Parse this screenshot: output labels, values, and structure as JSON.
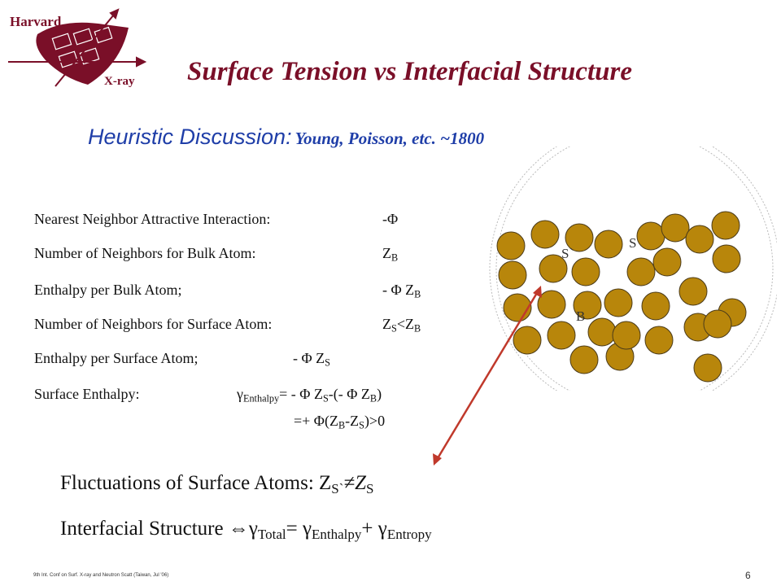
{
  "logo": {
    "top_text": "Harvard",
    "bottom_text": "X-ray"
  },
  "title": "Surface Tension vs Interfacial Structure",
  "subtitle": {
    "lead": "Heuristic Discussion:",
    "rest": "Young, Poisson, etc. ~1800"
  },
  "definitions": [
    {
      "label": "Nearest Neighbor Attractive Interaction:",
      "value": "-Φ"
    },
    {
      "label": "Number of Neighbors for Bulk Atom:",
      "value": "Z",
      "value_sub": "B"
    },
    {
      "label": "Enthalpy per Bulk Atom;",
      "value": "- Φ Z",
      "value_sub": "B"
    },
    {
      "label": "Number of Neighbors for Surface Atom:",
      "value": "Z",
      "value_sub": "S",
      "value_tail": "<Z",
      "value_tail_sub": "B"
    },
    {
      "label": "Enthalpy per Surface Atom;",
      "value": "- Φ Z",
      "value_sub": "S"
    },
    {
      "label": "Surface Enthalpy:",
      "gamma": "γ",
      "gamma_sub": "Enthalpy",
      "p1": "= - Φ Z",
      "p1_sub": "S",
      "p2": "-(- Φ Z",
      "p2_sub": "B",
      "p3": ")"
    },
    {
      "line2_a": "=+ Φ(Z",
      "line2_a_sub": "B",
      "line2_b": "-Z",
      "line2_b_sub": "S",
      "line2_c": ")>0"
    }
  ],
  "figure": {
    "label_s_prime": "S`",
    "label_s": "S",
    "label_b": "B",
    "atom_color": "#b8860b",
    "arrow_color": "#c0392b"
  },
  "fluctuations": {
    "text": "Fluctuations of Surface Atoms: Z",
    "sub1": "S`",
    "neq": "≠Z",
    "sub2": "S"
  },
  "interfacial": {
    "text": "Interfacial Structure ",
    "arrow": "⇔",
    "g1": "γ",
    "g1_sub": "Total",
    "eq": "= ",
    "g2": "γ",
    "g2_sub": "Enthalpy",
    "plus": "+ ",
    "g3": "γ",
    "g3_sub": "Entropy"
  },
  "footer": "9th Int. Conf on Surf. X-ray and Neutron Scatt (Taiwan, Jul '06)",
  "page_number": "6"
}
